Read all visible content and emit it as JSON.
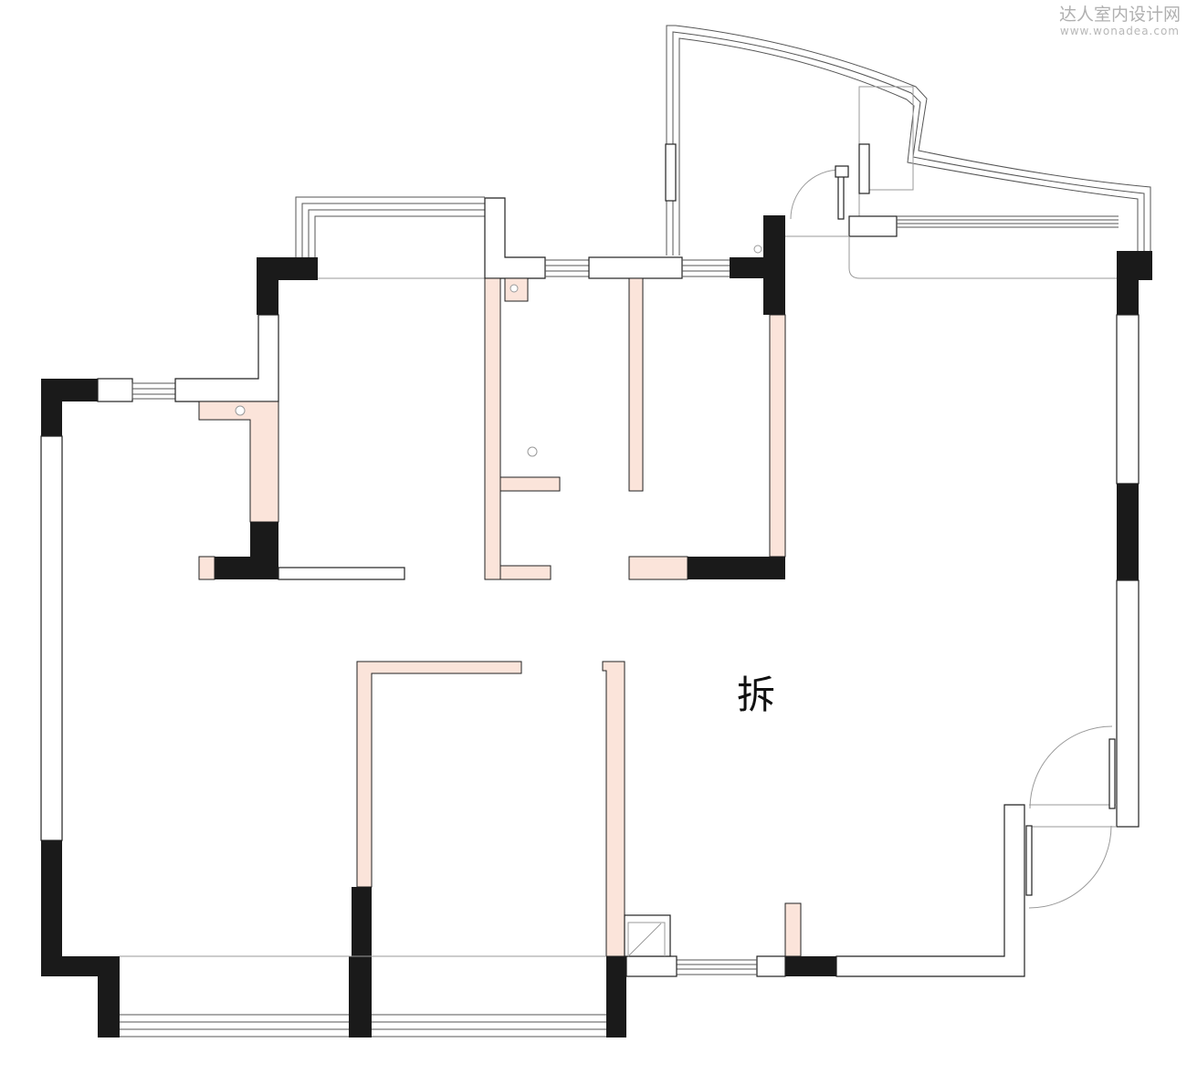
{
  "labels": {
    "demolish": "拆"
  },
  "watermark": {
    "name": "达人室内设计网",
    "url": "www.wonadea.com"
  },
  "colors": {
    "bearing": "#1a1a1a",
    "partition": "#ffffff",
    "demolish": "#fbe4da",
    "line": "#222222",
    "thin": "#9a9a9a",
    "rail": "#555555"
  }
}
